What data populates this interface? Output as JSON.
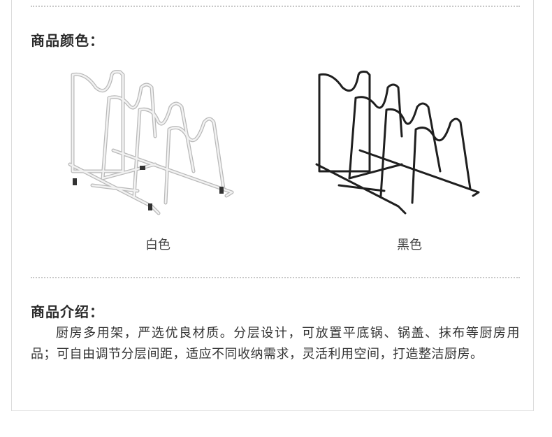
{
  "colors_section": {
    "title": "商品颜色：",
    "variants": [
      {
        "label": "白色",
        "rack_color": "#f2f2f2",
        "rack_outline": "#b9b9b9"
      },
      {
        "label": "黑色",
        "rack_color": "#1f1f1f",
        "rack_outline": "#1f1f1f"
      }
    ]
  },
  "intro_section": {
    "title": "商品介绍：",
    "body": "厨房多用架，严选优良材质。分层设计，可放置平底锅、锅盖、抹布等厨房用品；可自由调节分层间距，适应不同收纳需求，灵活利用空间，打造整洁厨房。"
  }
}
